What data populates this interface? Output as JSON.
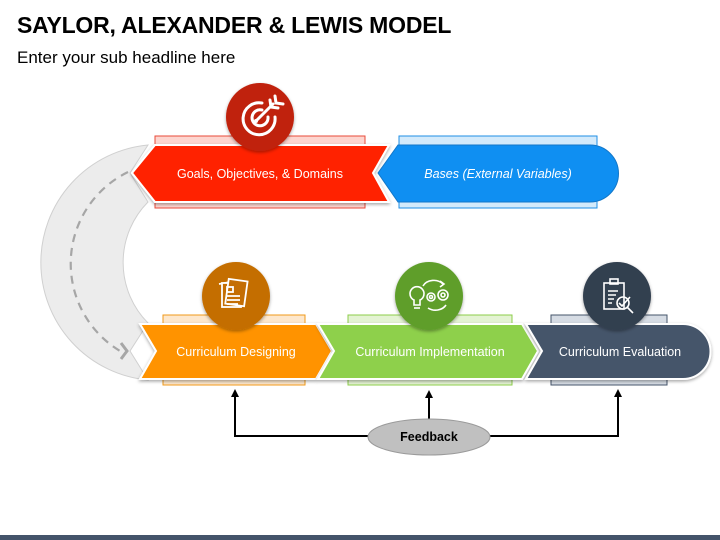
{
  "header": {
    "title": "SAYLOR, ALEXANDER & LEWIS MODEL",
    "subtitle": "Enter your sub headline here"
  },
  "stages": [
    {
      "id": "goals",
      "label": "Goals, Objectives, & Domains",
      "icon": "target-arrow-icon",
      "color": "#ff2300",
      "icon_bg": "#c0200a",
      "band": "#fdd5cf",
      "band_border": "#e84a3a"
    },
    {
      "id": "bases",
      "label": "Bases (External Variables)",
      "icon": null,
      "color": "#0f8ff2",
      "band": "#d3eafb",
      "band_border": "#1f8fe6",
      "italic": true
    },
    {
      "id": "designing",
      "label": "Curriculum Designing",
      "icon": "documents-icon",
      "color": "#ff9300",
      "icon_bg": "#c46e04",
      "band": "#fde7cc",
      "band_border": "#f09a1a"
    },
    {
      "id": "implementation",
      "label": "Curriculum Implementation",
      "icon": "lightbulb-gears-icon",
      "color": "#8ed04b",
      "icon_bg": "#5e9e2c",
      "band": "#e4f3d3",
      "band_border": "#8ccd4a"
    },
    {
      "id": "evaluation",
      "label": "Curriculum Evaluation",
      "icon": "clipboard-check-icon",
      "color": "#44546a",
      "icon_bg": "#333f50",
      "band": "#d6dce4",
      "band_border": "#44546a"
    }
  ],
  "feedback": {
    "label": "Feedback",
    "color": "#c0c0c0"
  },
  "connector": {
    "color": "#ececec",
    "dash_color": "#a6a6a6"
  },
  "footer_color": "#44546a"
}
